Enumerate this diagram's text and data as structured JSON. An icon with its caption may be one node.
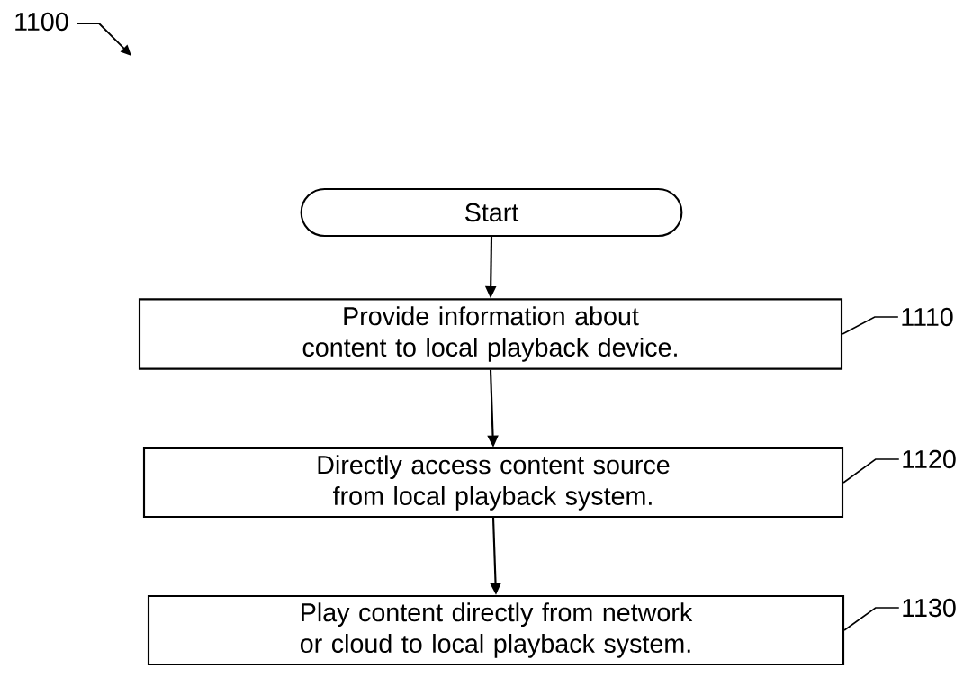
{
  "diagram": {
    "nodes": [
      {
        "text": [
          "Start"
        ]
      },
      {
        "text": [
          "Provide information about content to local playback device."
        ]
      },
      {
        "text": [
          "Directly access content source from local playback system."
        ]
      },
      {
        "text": [
          "Play content directly from network or cloud to local playback system."
        ]
      },
      {
        "text": [
          "1110"
        ]
      },
      {
        "text": [
          "1120"
        ]
      },
      {
        "text": [
          "1130"
        ]
      }
    ],
    "edges": [
      {
        "from": 0,
        "to": 1,
        "arrow": "to"
      },
      {
        "from": 1,
        "to": 2,
        "arrow": "to"
      },
      {
        "from": 2,
        "to": 3,
        "arrow": "to"
      },
      {
        "from": 4,
        "to": 1,
        "arrow": "none"
      },
      {
        "from": 5,
        "to": 2,
        "arrow": "none"
      },
      {
        "from": 6,
        "to": 3,
        "arrow": "none"
      }
    ],
    "labels": [
      "1100"
    ]
  }
}
